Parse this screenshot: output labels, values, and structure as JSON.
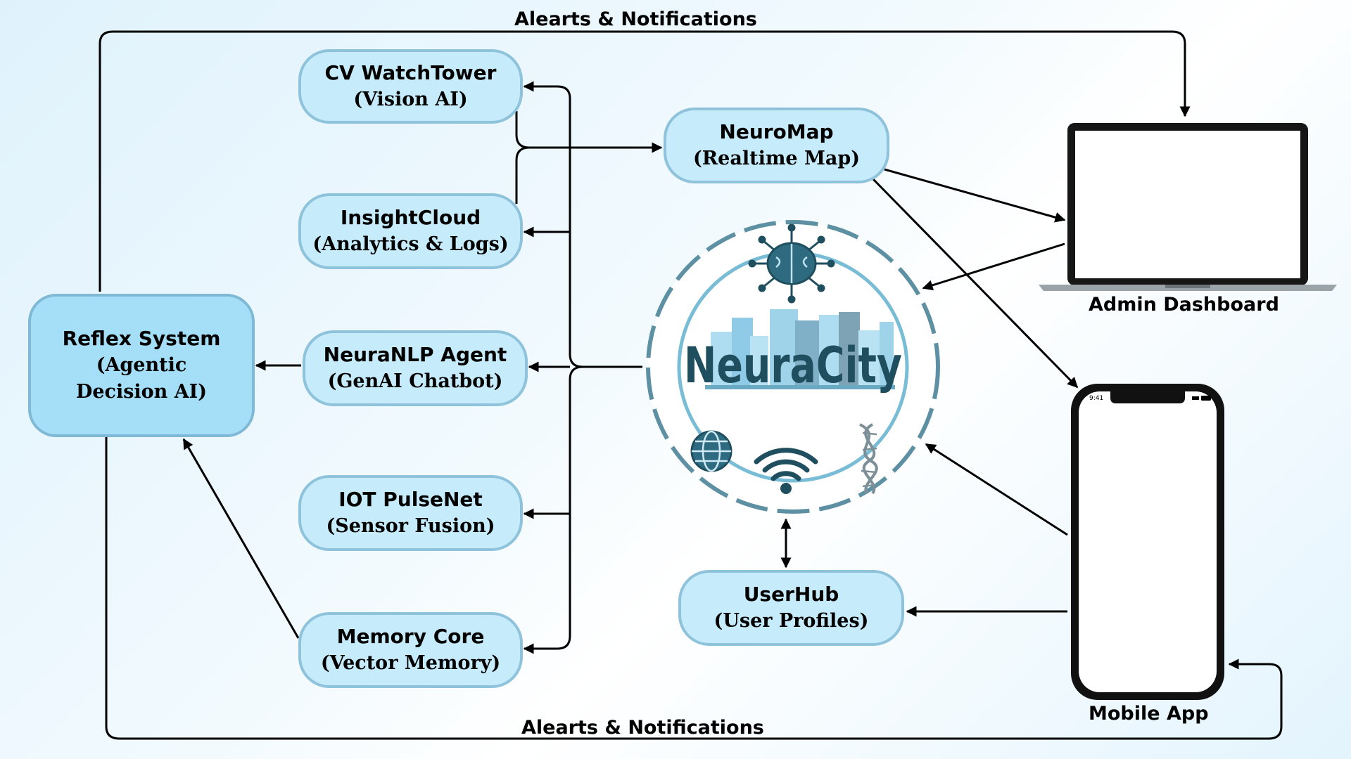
{
  "top_label": "Alearts & Notifications",
  "bottom_label": "Alearts & Notifications",
  "nodes": {
    "cv": {
      "title": "CV WatchTower",
      "sub": "(Vision AI)"
    },
    "insight": {
      "title": "InsightCloud",
      "sub": "(Analytics & Logs)"
    },
    "nlp": {
      "title": "NeuraNLP Agent",
      "sub": "(GenAI Chatbot)"
    },
    "iot": {
      "title": "IOT PulseNet",
      "sub": "(Sensor Fusion)"
    },
    "memory": {
      "title": "Memory Core",
      "sub": "(Vector Memory)"
    },
    "neuromap": {
      "title": "NeuroMap",
      "sub": "(Realtime Map)"
    },
    "userhub": {
      "title": "UserHub",
      "sub": "(User Profiles)"
    },
    "reflex": {
      "title": "Reflex System",
      "sub1": "(Agentic",
      "sub2": "Decision AI)"
    }
  },
  "hub": {
    "name": "NeuraCity"
  },
  "devices": {
    "admin": {
      "label": "Admin Dashboard"
    },
    "mobile": {
      "label": "Mobile App",
      "status_time": "9:41"
    }
  },
  "colors": {
    "node_fill": "#c6ebfb",
    "node_border": "#8fc3dc",
    "reflex_fill": "#a4def7",
    "logo_dark": "#1f4f5e",
    "accent": "#5a90a3"
  },
  "icons": [
    "brain-circuit-icon",
    "city-skyline-icon",
    "globe-icon",
    "wifi-icon",
    "dna-icon",
    "laptop-icon",
    "smartphone-icon"
  ]
}
